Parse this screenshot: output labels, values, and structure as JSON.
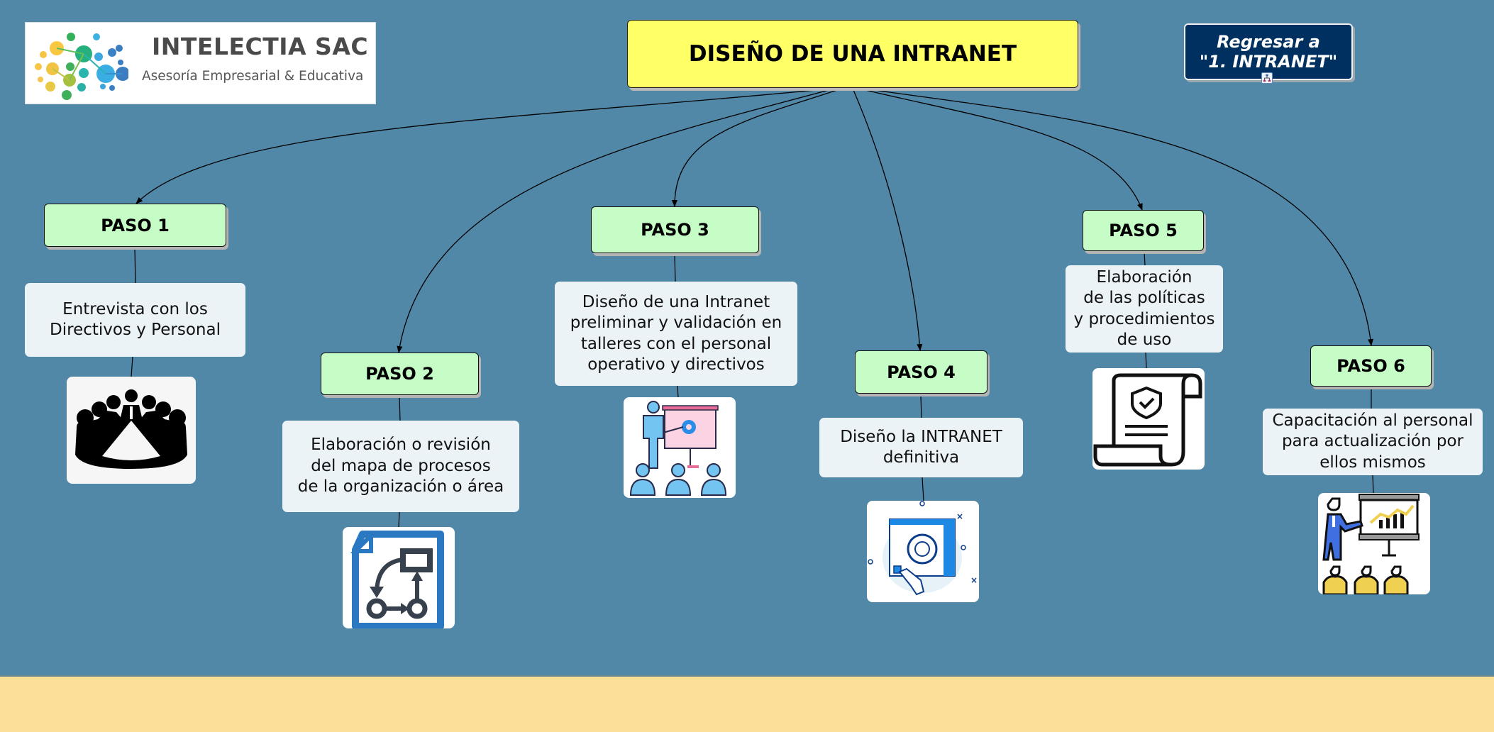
{
  "logo": {
    "company_name": "INTELECTIA SAC",
    "tagline": "Asesoría Empresarial & Educativa"
  },
  "title": "DISEÑO DE UNA INTRANET",
  "back_button": {
    "line1": "Regresar a",
    "line2": "\"1. INTRANET\"",
    "link_icon": "concept-map-link-icon"
  },
  "steps": [
    {
      "label": "PASO 1",
      "description": "Entrevista con los\nDirectivos y Personal",
      "icon": "meeting-table-icon"
    },
    {
      "label": "PASO 2",
      "description": "Elaboración o revisión\n del mapa de procesos\n de la organización o área",
      "icon": "process-map-document-icon"
    },
    {
      "label": "PASO 3",
      "description": "Diseño de una Intranet\npreliminar y validación en\n talleres con el personal\noperativo y directivos",
      "icon": "workshop-presentation-icon"
    },
    {
      "label": "PASO 4",
      "description": "Diseño la INTRANET\ndefinitiva",
      "icon": "web-settings-icon"
    },
    {
      "label": "PASO 5",
      "description": "Elaboración\nde las políticas\n y procedimientos\nde uso",
      "icon": "policy-scroll-icon"
    },
    {
      "label": "PASO 6",
      "description": "Capacitación al personal\n para actualización por\nellos mismos",
      "icon": "training-chart-icon"
    }
  ],
  "colors": {
    "background": "#5188a7",
    "title_fill": "#ffff66",
    "step_fill": "#c6fcc6",
    "description_fill": "#ebf3f7",
    "button_fill": "#00305f",
    "footer_band": "#fce098"
  }
}
